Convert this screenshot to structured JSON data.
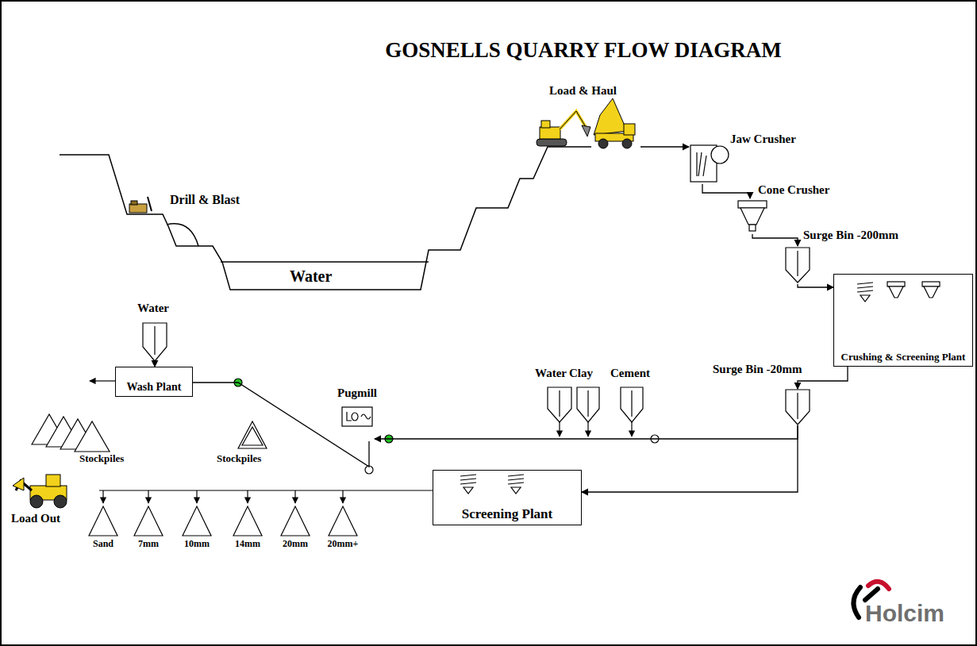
{
  "diagram": {
    "title": "GOSNELLS QUARRY FLOW DIAGRAM",
    "nodes": [
      {
        "text": [
          "Load & Haul"
        ]
      },
      {
        "text": [
          "Jaw Crusher"
        ]
      },
      {
        "text": [
          "Cone Crusher"
        ]
      },
      {
        "text": [
          "Surge Bin -200mm"
        ]
      },
      {
        "text": [
          "Crushing & Screening Plant"
        ]
      },
      {
        "text": [
          "Surge Bin -20mm"
        ]
      },
      {
        "text": [
          "Screening Plant"
        ]
      },
      {
        "text": [
          "Pugmill"
        ]
      },
      {
        "text": [
          "Wash Plant"
        ]
      },
      {
        "text": [
          "Water"
        ]
      }
    ],
    "edges": [
      {
        "from": 0,
        "to": 1,
        "arrow": "to"
      },
      {
        "from": 1,
        "to": 2,
        "arrow": "to"
      },
      {
        "from": 2,
        "to": 3,
        "arrow": "to"
      },
      {
        "from": 3,
        "to": 4,
        "arrow": "to"
      },
      {
        "from": 4,
        "to": 5,
        "arrow": "to"
      },
      {
        "from": 5,
        "to": 6,
        "arrow": "to"
      },
      {
        "from": 5,
        "to": 7,
        "arrow": "to"
      },
      {
        "from": 7,
        "to": 8,
        "arrow": "none"
      },
      {
        "from": 9,
        "to": 8,
        "arrow": "to"
      }
    ],
    "labels": [
      "Drill & Blast",
      "Water",
      "Water",
      "Clay",
      "Cement",
      "Stockpiles",
      "Stockpiles",
      "Load Out",
      "Sand",
      "7mm",
      "10mm",
      "14mm",
      "20mm",
      "20mm+",
      "Holcim"
    ]
  }
}
